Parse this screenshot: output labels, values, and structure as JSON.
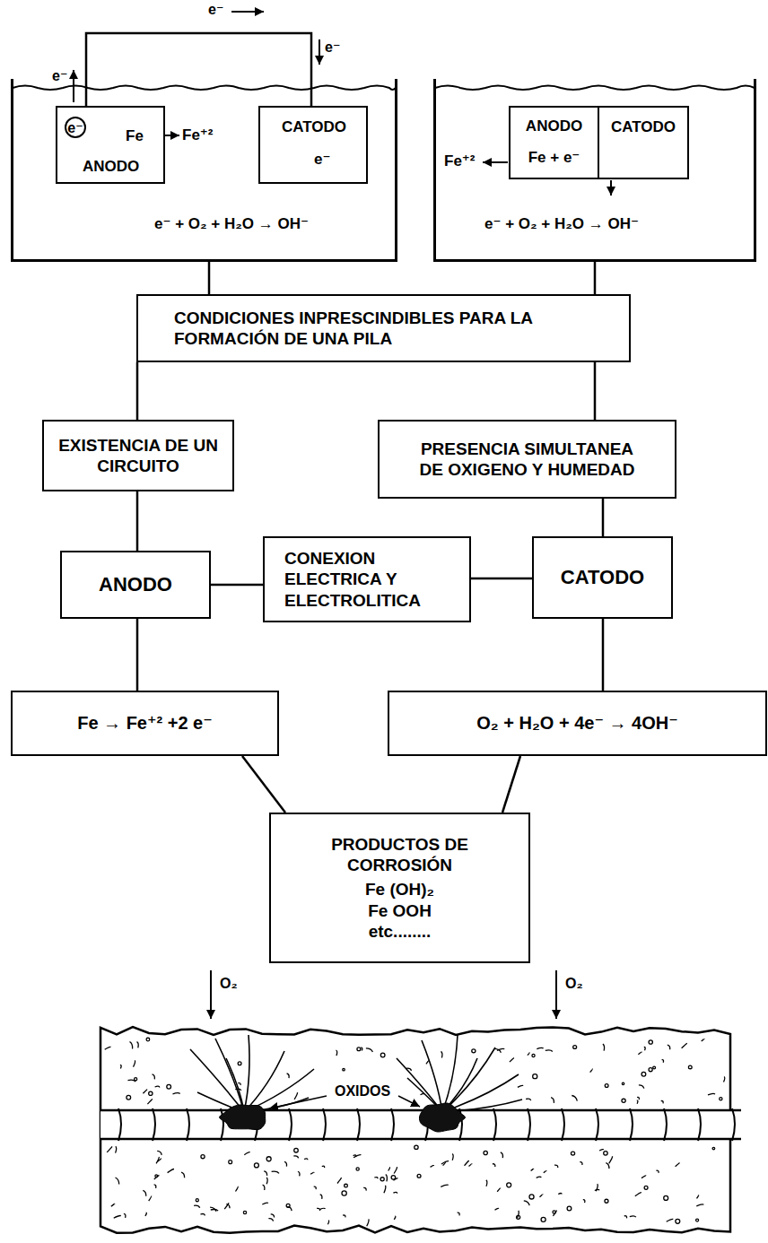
{
  "diagram": {
    "nodes": [
      {
        "text": [
          "Fe⁺²",
          "e⁻ + O₂ + H₂O → OH⁻"
        ]
      },
      {
        "text": [
          "e⁻",
          "Fe",
          "ANODO"
        ],
        "in": 0
      },
      {
        "text": [
          "CATODO",
          "e⁻"
        ],
        "in": 0
      },
      {
        "text": [
          "Fe⁺²",
          "e⁻ + O₂ + H₂O → OH⁻"
        ]
      },
      {
        "text": [
          "ANODO",
          "Fe + e⁻"
        ],
        "in": 3
      },
      {
        "text": [
          "CATODO"
        ],
        "in": 3
      },
      {
        "text": [
          "CONDICIONES INPRESCINDIBLES PARA LA FORMACIÓN DE UNA PILA"
        ]
      },
      {
        "text": [
          "EXISTENCIA DE UN CIRCUITO"
        ]
      },
      {
        "text": [
          "PRESENCIA SIMULTANEA DE OXIGENO Y HUMEDAD"
        ]
      },
      {
        "text": [
          "ANODO"
        ]
      },
      {
        "text": [
          "CONEXION ELECTRICA Y ELECTROLITICA"
        ]
      },
      {
        "text": [
          "CATODO"
        ]
      },
      {
        "text": [
          "Fe → Fe⁺² +2 e⁻"
        ]
      },
      {
        "text": [
          "O₂ + H₂O + 4e⁻ → 4OH⁻"
        ]
      },
      {
        "text": [
          "PRODUCTOS DE CORROSIÓN",
          "Fe (OH)₂",
          "Fe OOH",
          "etc........"
        ]
      },
      {
        "text": [
          "OXIDOS"
        ]
      }
    ],
    "edges": [
      {
        "from": 1,
        "to": 2,
        "arrow": "none"
      },
      {
        "from": 0,
        "to": 6,
        "arrow": "none"
      },
      {
        "from": 3,
        "to": 6,
        "arrow": "none"
      },
      {
        "from": 6,
        "to": 7,
        "arrow": "none"
      },
      {
        "from": 6,
        "to": 8,
        "arrow": "none"
      },
      {
        "from": 7,
        "to": 9,
        "arrow": "none"
      },
      {
        "from": 8,
        "to": 11,
        "arrow": "none"
      },
      {
        "from": 9,
        "to": 10,
        "arrow": "none"
      },
      {
        "from": 10,
        "to": 11,
        "arrow": "none"
      },
      {
        "from": 9,
        "to": 12,
        "arrow": "none"
      },
      {
        "from": 11,
        "to": 13,
        "arrow": "none"
      },
      {
        "from": 12,
        "to": 14,
        "arrow": "none"
      },
      {
        "from": 13,
        "to": 14,
        "arrow": "none"
      }
    ],
    "labels": [
      "e⁻",
      "e⁻",
      "e⁻",
      "O₂",
      "O₂"
    ]
  }
}
